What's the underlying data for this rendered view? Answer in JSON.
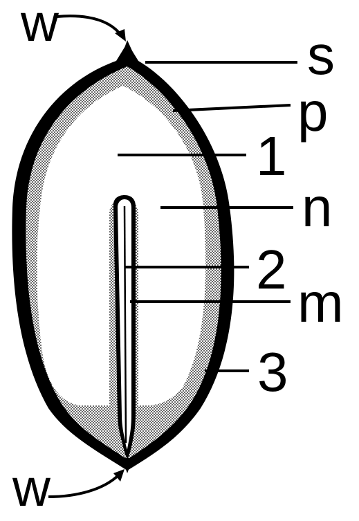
{
  "labels": {
    "w_top": "w",
    "w_bottom": "w",
    "s": "s",
    "p": "p",
    "one": "1",
    "n": "n",
    "two": "2",
    "m": "m",
    "three": "3"
  },
  "colors": {
    "ink": "#000000",
    "stipple": "#bdbdbd",
    "paper": "#ffffff"
  }
}
